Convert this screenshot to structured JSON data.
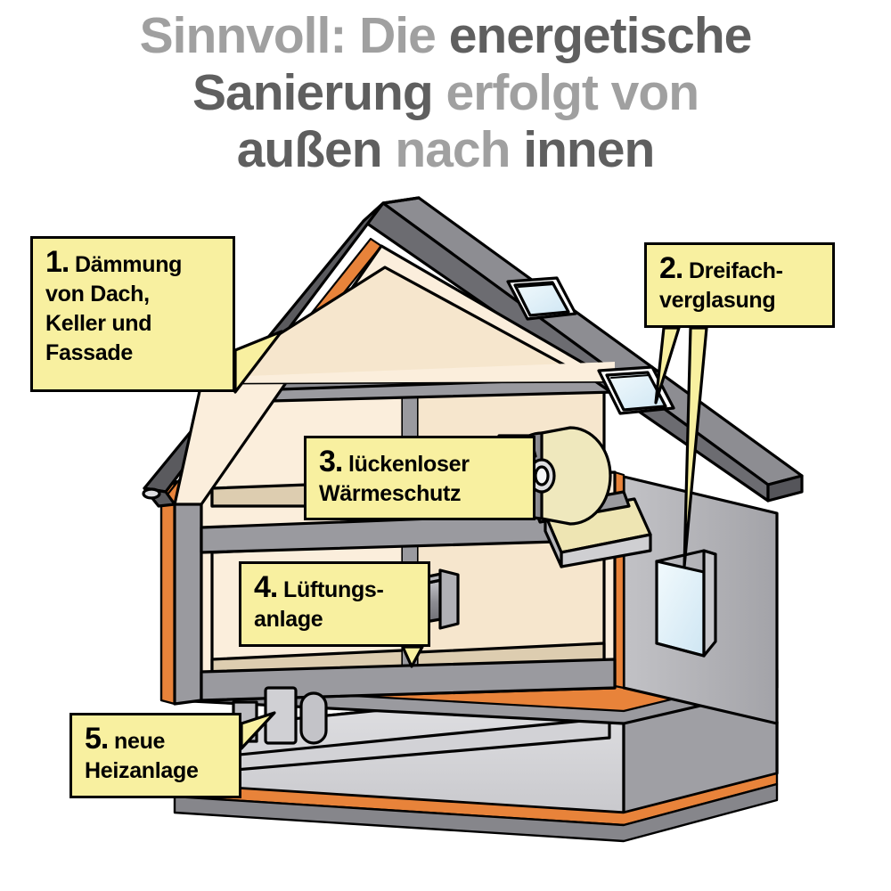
{
  "headline": {
    "line1_part1": "Sinnvoll: Die ",
    "line1_part2": "energetische",
    "line2_part1": "Sanierung ",
    "line2_part2": "erfolgt von",
    "line3_part1": "außen",
    "line3_part2": " nach ",
    "line3_part3": "innen"
  },
  "colors": {
    "headline_light": "#a0a0a0",
    "headline_dark": "#5f5f5f",
    "callout_fill": "#f8f0a0",
    "callout_border": "#000000",
    "insulation_orange": "#e8833a",
    "roof_dark": "#5a5a5e",
    "roof_mid": "#8d8d92",
    "wall_gray": "#a8a8ac",
    "interior_cream": "#fbeedc",
    "interior_cream_dark": "#f2e2c8",
    "floor_tan": "#ddcdb0",
    "glass_blue": "#dceef7",
    "basement_gray": "#d5d5d8",
    "tape_gray": "#9a9a9e",
    "tape_cream": "#efe8bd"
  },
  "callouts": [
    {
      "id": 1,
      "number": "1.",
      "lines": [
        "Dämmung",
        "von Dach,",
        "Keller und",
        "Fassade"
      ],
      "points_to": "roof-and-facade-insulation"
    },
    {
      "id": 2,
      "number": "2.",
      "lines": [
        "Dreifach-",
        "verglasung"
      ],
      "points_to": "skylight-and-side-window"
    },
    {
      "id": 3,
      "number": "3.",
      "lines": [
        "lückenloser",
        "Wärmeschutz"
      ],
      "points_to": "sealing-tape-roll"
    },
    {
      "id": 4,
      "number": "4.",
      "lines": [
        "Lüftungs-",
        "anlage"
      ],
      "points_to": "ventilation-duct"
    },
    {
      "id": 5,
      "number": "5.",
      "lines": [
        "neue",
        "Heizanlage"
      ],
      "points_to": "basement-boiler"
    }
  ],
  "illustration": {
    "name": "cutaway-house-cross-section",
    "elements": [
      "gable-roof",
      "roof-insulation-layer",
      "attic-space",
      "upper-floor-rooms",
      "ground-floor-rooms",
      "basement",
      "skylight-upper",
      "skylight-lower",
      "side-wall-window",
      "sealing-tape-roll",
      "insulation-board",
      "ventilation-duct",
      "boiler-tank",
      "facade-insulation-strip",
      "foundation-insulation-strip"
    ]
  }
}
